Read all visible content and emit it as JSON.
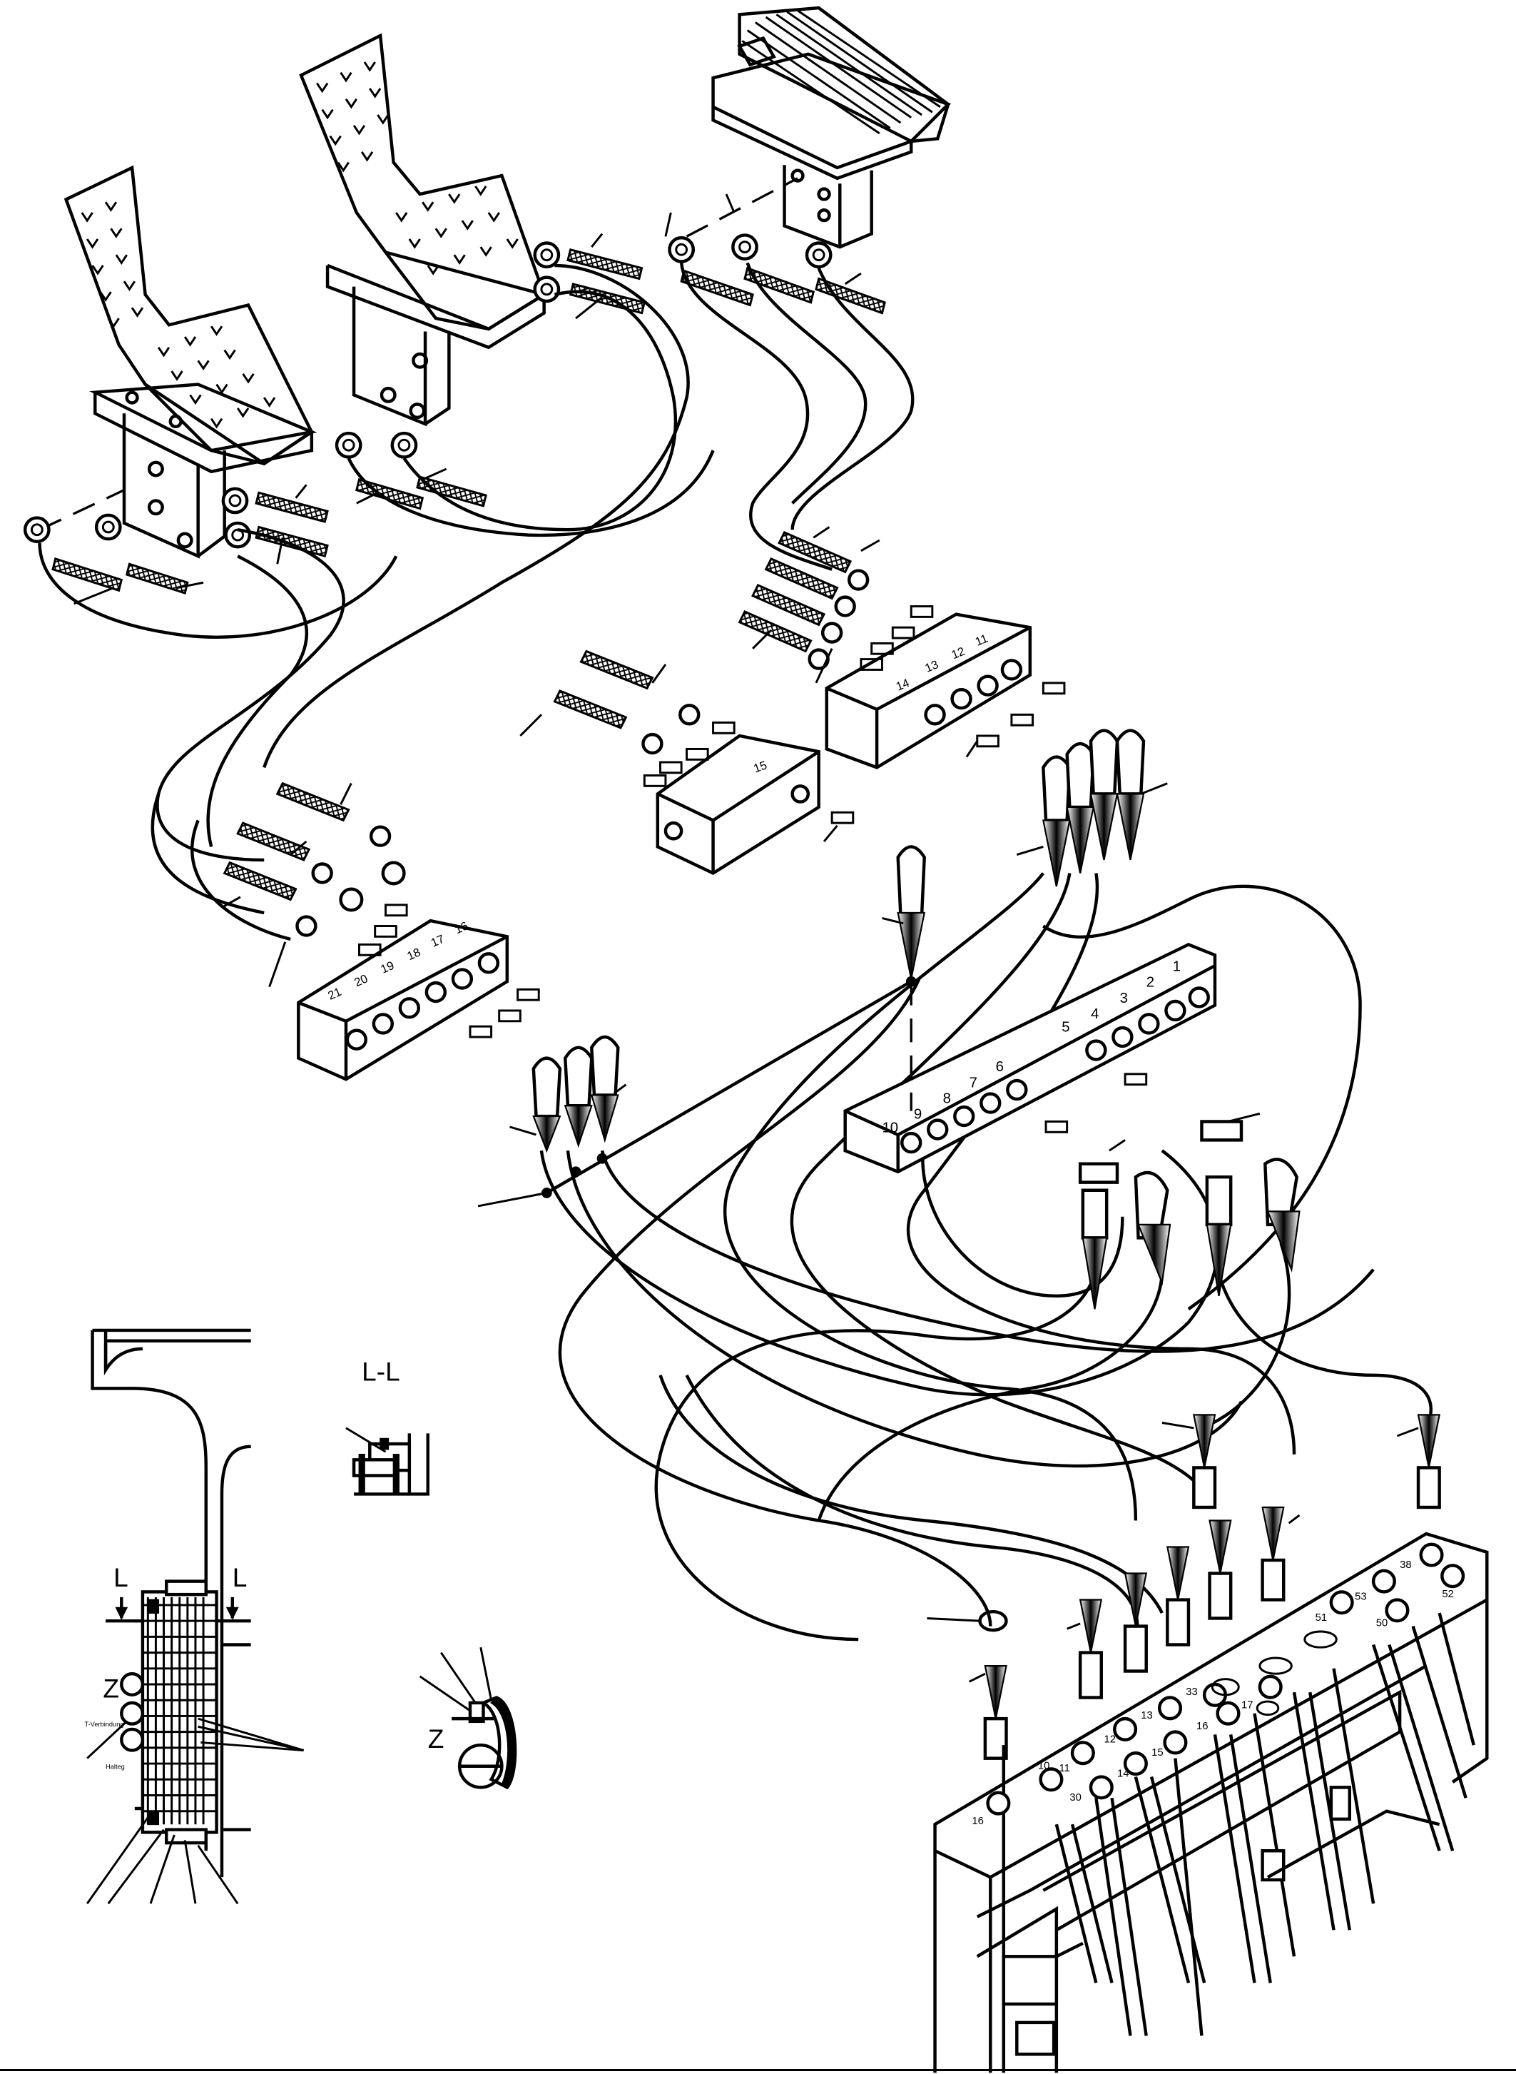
{
  "diagram": {
    "section_title": "L-L",
    "section_marks": [
      "L",
      "L"
    ],
    "detail_marks": [
      "Z",
      "Z"
    ],
    "small_labels": [
      "T-Verbindung",
      "Halteg"
    ],
    "block_a_ports": [
      "1",
      "2",
      "3",
      "4",
      "5",
      "6",
      "7",
      "8",
      "9",
      "10"
    ],
    "block_b_ports": [
      "11",
      "12",
      "13",
      "14"
    ],
    "block_c_ports": [
      "15"
    ],
    "block_d_ports": [
      "16",
      "17",
      "18",
      "19",
      "20",
      "21"
    ],
    "manifold_port_labels": [
      "16",
      "10",
      "11",
      "30",
      "12",
      "14",
      "13",
      "15",
      "33",
      "16",
      "17",
      "51",
      "53",
      "50",
      "38",
      "52"
    ]
  }
}
